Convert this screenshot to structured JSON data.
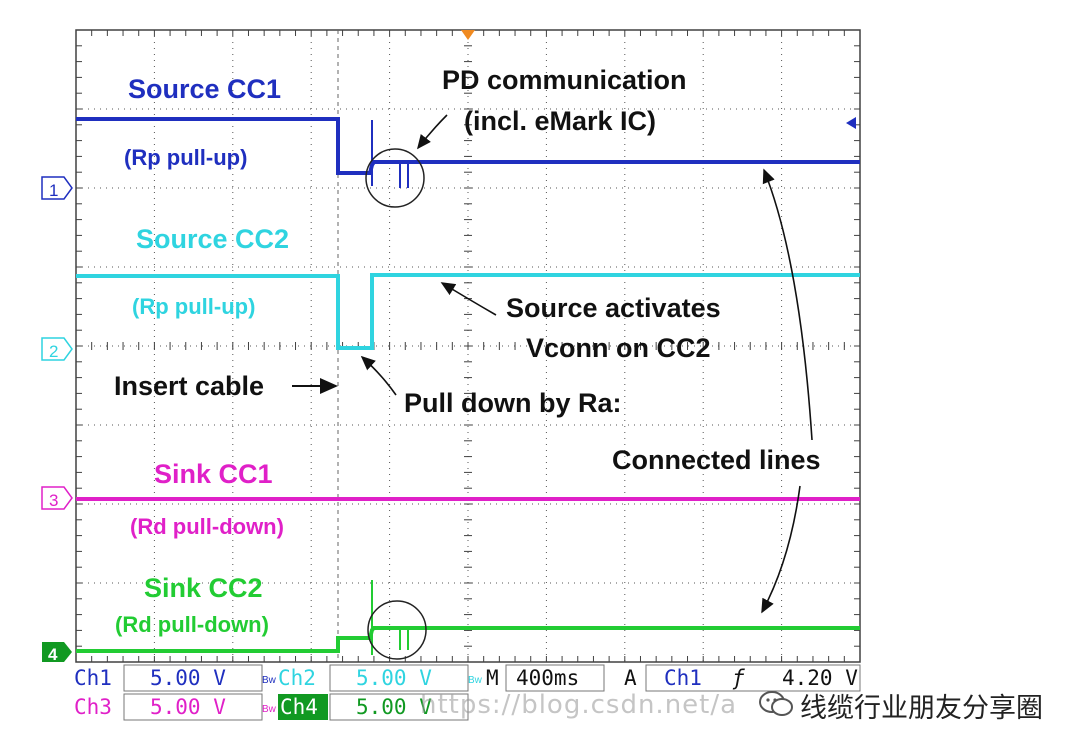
{
  "channels": [
    {
      "id": "ch1",
      "marker": "1",
      "color": "#1f2fbf"
    },
    {
      "id": "ch2",
      "marker": "2",
      "color": "#2fd4e0"
    },
    {
      "id": "ch3",
      "marker": "3",
      "color": "#e020c8"
    },
    {
      "id": "ch4",
      "marker": "4",
      "color": "#22cc33"
    }
  ],
  "labels": {
    "source_cc1": "Source CC1",
    "source_cc1_sub": "(Rp pull-up)",
    "source_cc2": "Source CC2",
    "source_cc2_sub": "(Rp pull-up)",
    "sink_cc1": "Sink CC1",
    "sink_cc1_sub": "(Rd pull-down)",
    "sink_cc2": "Sink CC2",
    "sink_cc2_sub": "(Rd pull-down)",
    "pd_comm_1": "PD communication",
    "pd_comm_2": "(incl. eMark IC)",
    "vconn_1": "Source activates",
    "vconn_2": "Vconn on CC2",
    "insert_cable": "Insert cable",
    "pull_down": "Pull down by Ra:",
    "connected_lines": "Connected lines"
  },
  "status": {
    "ch1_label": "Ch1",
    "ch1_scale": "5.00 V",
    "ch2_label": "Ch2",
    "ch2_scale": "5.00 V",
    "ch3_label": "Ch3",
    "ch3_scale": "5.00 V",
    "ch4_label": "Ch4",
    "ch4_scale": "5.00 V",
    "bw_mark": "Bw",
    "timebase_prefix": "M",
    "timebase": "400ms",
    "trigger_mode": "A",
    "trigger_src": "Ch1",
    "trigger_slope": "ƒ",
    "trigger_level": "4.20 V"
  },
  "watermark": "https://blog.csdn.net/a",
  "wechat_account": "线缆行业朋友分享圈",
  "colors": {
    "grid": "#404040",
    "label_dark": "#111111",
    "ch1_text": "#1f2fbf",
    "ch2_text": "#2fd4e0",
    "ch3_text": "#e020c8",
    "ch4_text": "#22cc33",
    "ch4_tag_bg": "#119922",
    "trigger_marker": "#f08a20"
  }
}
